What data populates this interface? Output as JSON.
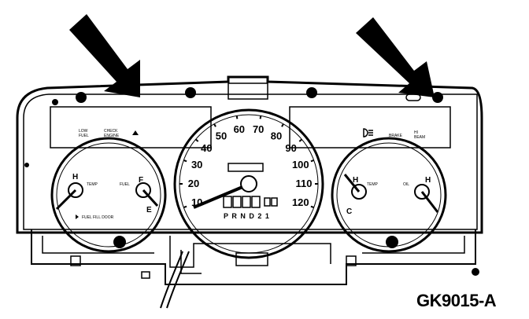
{
  "figure_ref": "GK9015-A",
  "speedometer": {
    "marks": [
      "10",
      "20",
      "30",
      "40",
      "50",
      "60",
      "70",
      "80",
      "90",
      "100",
      "110",
      "120"
    ],
    "gear_indicator": "P R N D 2 1"
  },
  "warning_labels": {
    "low_fuel": [
      "LOW",
      "FUEL"
    ],
    "check_engine": [
      "CHECK",
      "ENGINE"
    ],
    "brake": [
      "BRAKE"
    ],
    "headlamp": [
      "HI",
      "BEAM"
    ]
  },
  "fuel_gauge": {
    "full": "F",
    "empty": "E",
    "label": "FUEL",
    "door_note": "FUEL FILL DOOR"
  },
  "temp_gauge": {
    "hot": "H",
    "cold": "C",
    "label": "TEMP"
  },
  "left_gauge": {
    "hot": "H",
    "label": "TEMP"
  },
  "right_gauge": {
    "hot": "H",
    "label": "OIL"
  }
}
